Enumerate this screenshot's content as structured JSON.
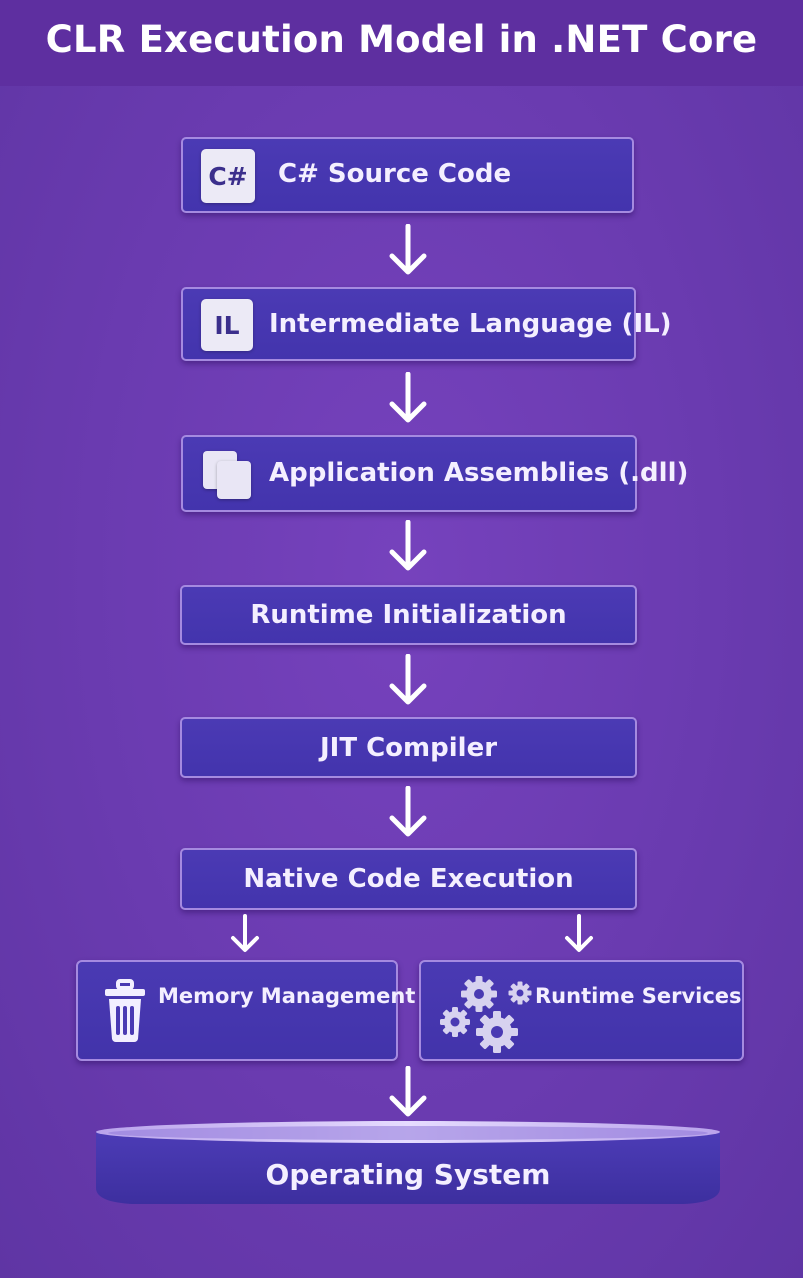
{
  "title": "CLR Execution Model in .NET Core",
  "steps": [
    {
      "label": "C# Source Code",
      "icon": "C#"
    },
    {
      "label": "Intermediate Language (IL)",
      "icon": "IL"
    },
    {
      "label": "Application Assemblies (.dll)",
      "icon": "documents"
    },
    {
      "label": "Runtime Initialization"
    },
    {
      "label": "JIT Compiler"
    },
    {
      "label": "Native Code Execution"
    }
  ],
  "branches": {
    "left": {
      "label": "Memory Management",
      "icon": "trash-icon"
    },
    "right": {
      "label": "Runtime Services",
      "icon": "gears-icon"
    }
  },
  "base": {
    "label": "Operating System"
  },
  "colors": {
    "background": "#6a3bb0",
    "box_fill": "#4a3ab3",
    "box_border": "#a58ae0",
    "text": "#ffffff"
  }
}
